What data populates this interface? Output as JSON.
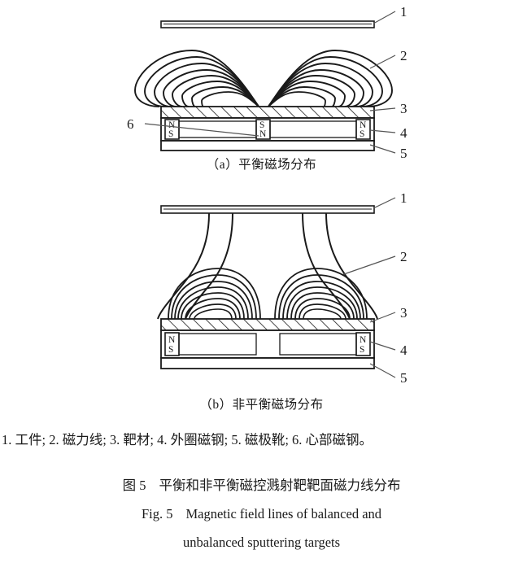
{
  "figure": {
    "number": "图 5",
    "caption_cn": "平衡和非平衡磁控溅射靶靶面磁力线分布",
    "caption_en_label": "Fig. 5",
    "caption_en_line1": "Magnetic field lines of balanced and",
    "caption_en_line2": "unbalanced sputtering targets",
    "legend": "1. 工件; 2. 磁力线; 3. 靶材; 4. 外圈磁钢; 5. 磁极靴; 6. 心部磁钢。"
  },
  "panels": [
    {
      "id": "a",
      "subcaption": "（a）平衡磁场分布",
      "refs": [
        {
          "num": "1",
          "target": "workpiece"
        },
        {
          "num": "2",
          "target": "field-lines"
        },
        {
          "num": "3",
          "target": "target-material"
        },
        {
          "num": "4",
          "target": "outer-magnet"
        },
        {
          "num": "5",
          "target": "pole-shoe"
        },
        {
          "num": "6",
          "target": "core-magnet"
        }
      ],
      "magnets": [
        {
          "name": "outer-left",
          "top": "N",
          "bottom": "S"
        },
        {
          "name": "core-center",
          "top": "S",
          "bottom": "N"
        },
        {
          "name": "outer-right",
          "top": "N",
          "bottom": "S"
        }
      ]
    },
    {
      "id": "b",
      "subcaption": "（b）非平衡磁场分布",
      "refs": [
        {
          "num": "1",
          "target": "workpiece"
        },
        {
          "num": "2",
          "target": "field-lines"
        },
        {
          "num": "3",
          "target": "target-material"
        },
        {
          "num": "4",
          "target": "outer-magnet"
        },
        {
          "num": "5",
          "target": "pole-shoe"
        }
      ],
      "magnets": [
        {
          "name": "outer-left",
          "top": "N",
          "bottom": "S"
        },
        {
          "name": "outer-right",
          "top": "N",
          "bottom": "S"
        }
      ]
    }
  ],
  "colors": {
    "stroke": "#1a1a1a",
    "background": "#ffffff",
    "fill": "#ffffff"
  }
}
